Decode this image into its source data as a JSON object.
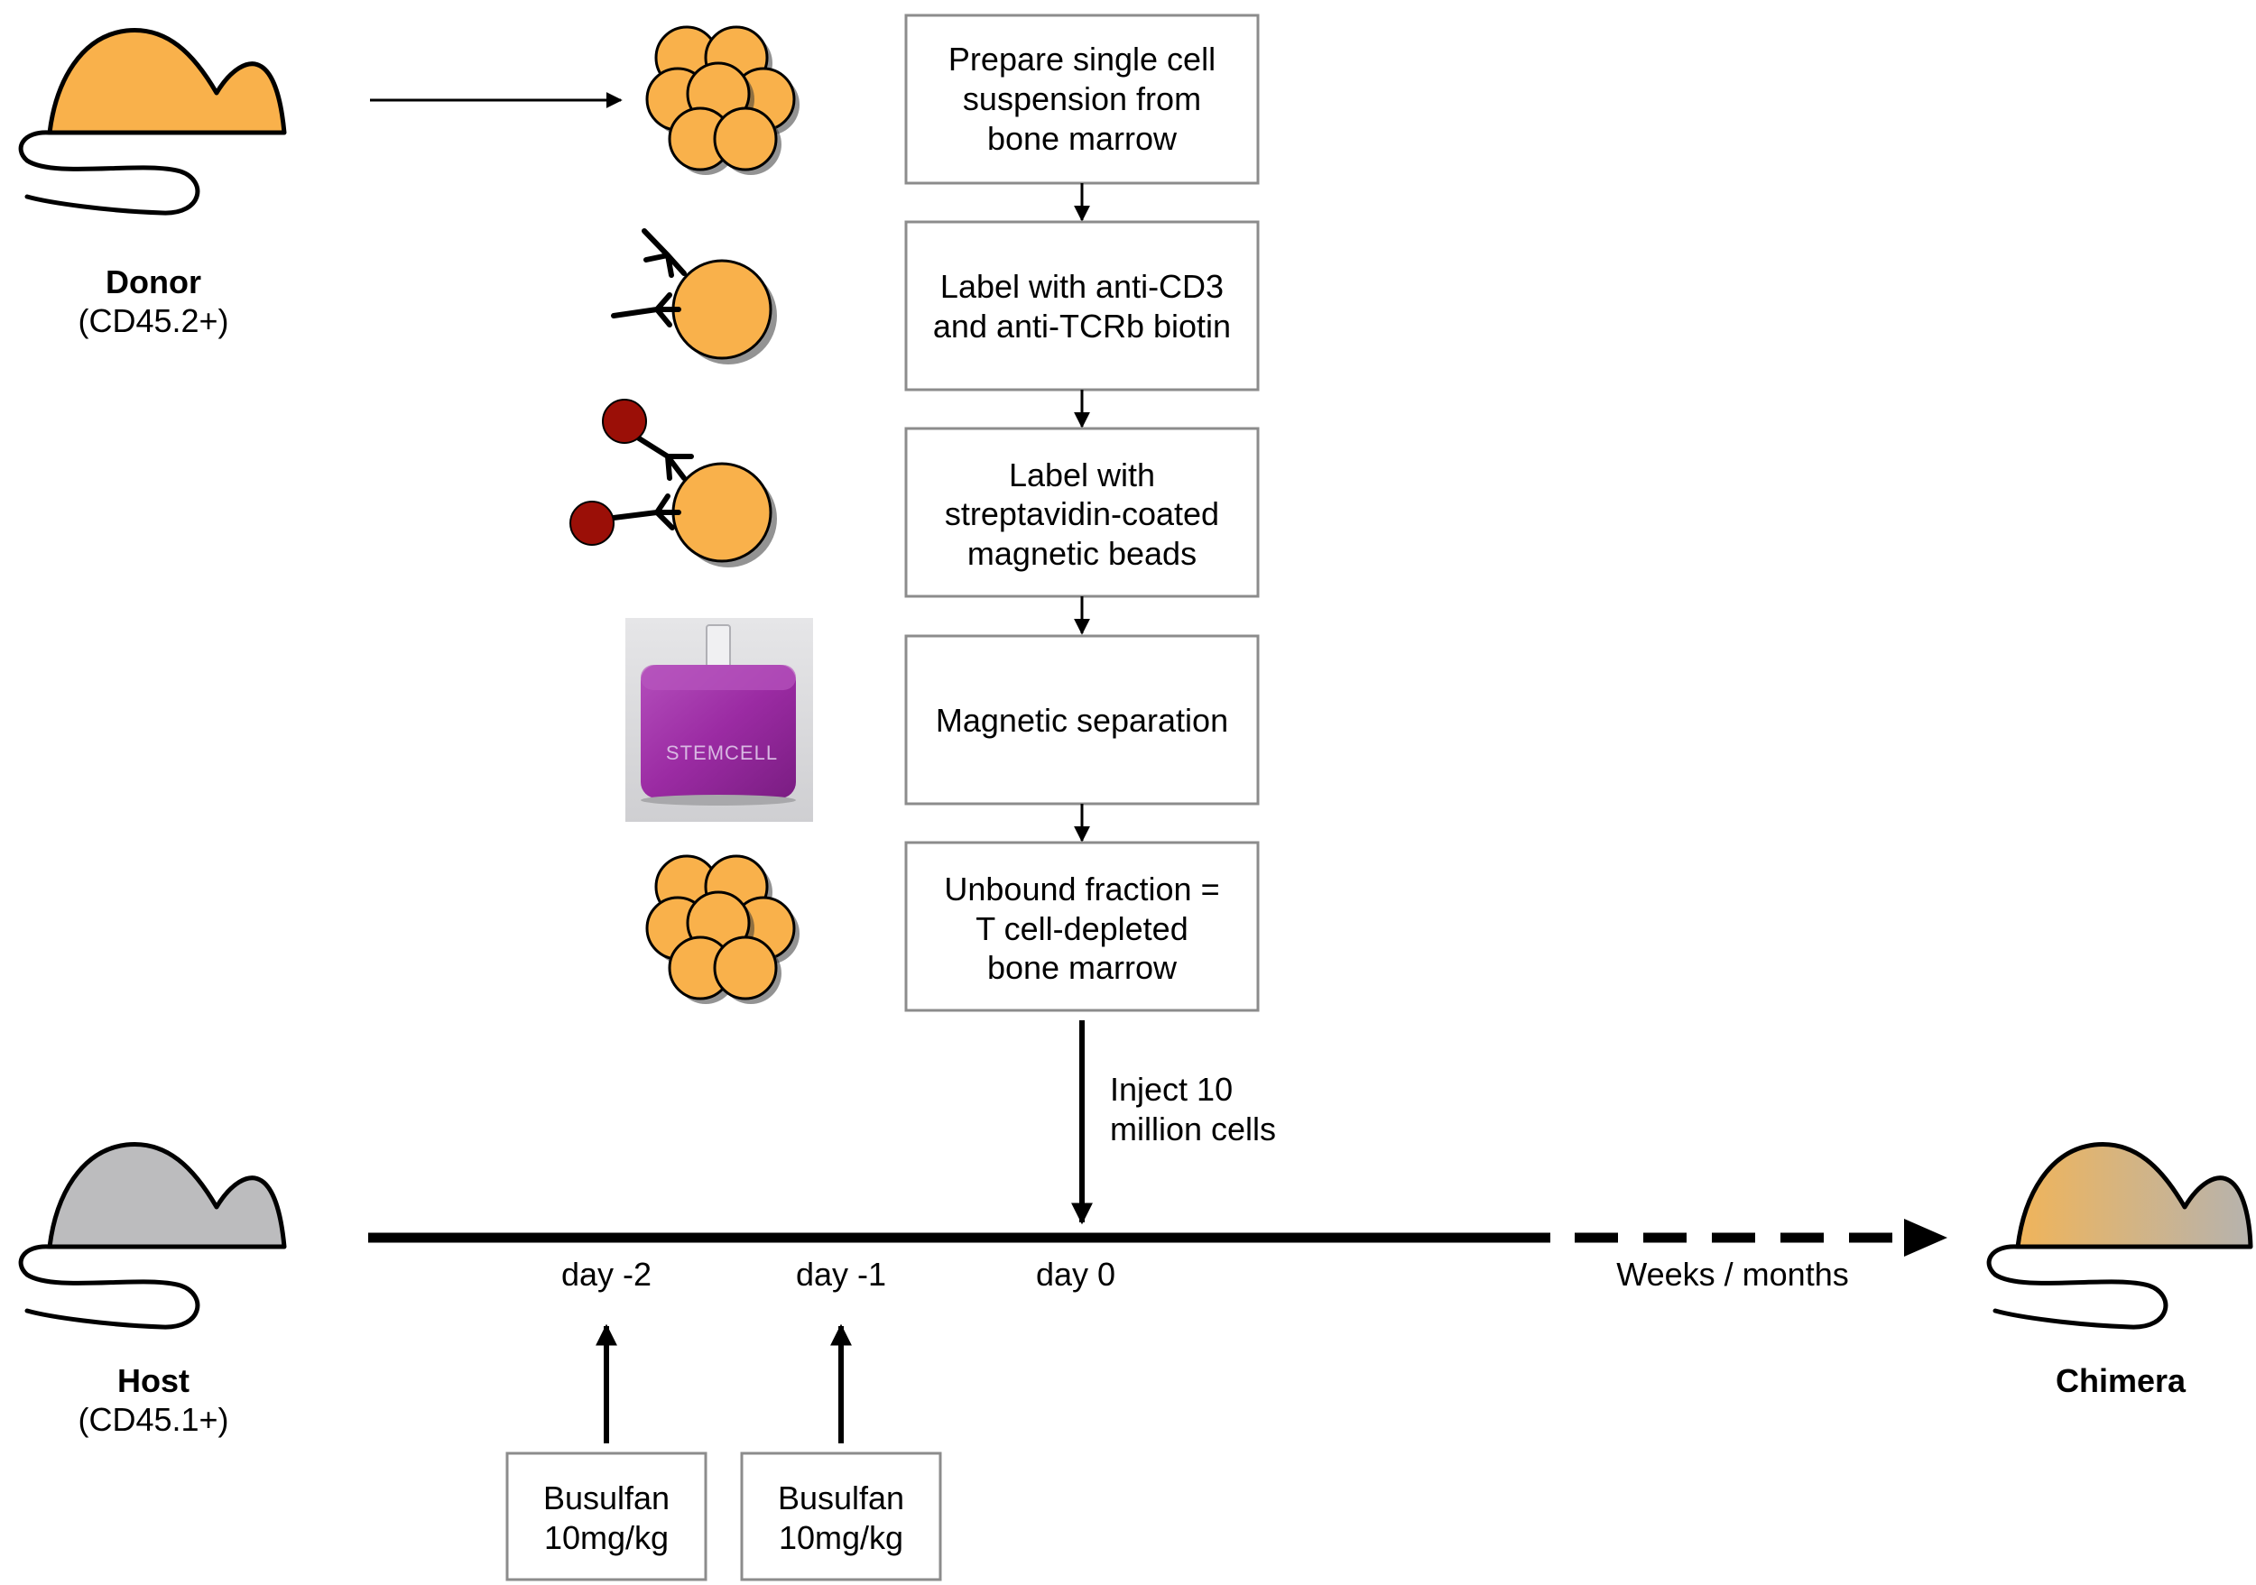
{
  "colors": {
    "donor_fill": "#f9b14b",
    "host_fill": "#bcbcbe",
    "chimera_gradient_start": "#f0b45a",
    "chimera_gradient_end": "#b6b3ae",
    "cell_fill": "#f9b14b",
    "bead_fill": "#9b0f07",
    "magnet_fill": "#9b2ba3",
    "box_stroke": "#8c8c8c"
  },
  "donor": {
    "title": "Donor",
    "subtitle": "(CD45.2+)"
  },
  "host": {
    "title": "Host",
    "subtitle": "(CD45.1+)"
  },
  "chimera": {
    "title": "Chimera"
  },
  "steps": [
    {
      "lines": [
        "Prepare single cell",
        "suspension from",
        "bone marrow"
      ]
    },
    {
      "lines": [
        "Label with anti-CD3",
        "and anti-TCRb biotin"
      ]
    },
    {
      "lines": [
        "Label with",
        "streptavidin-coated",
        "magnetic beads"
      ]
    },
    {
      "lines": [
        "Magnetic separation"
      ]
    },
    {
      "lines": [
        "Unbound fraction =",
        "T cell-depleted",
        "bone marrow"
      ]
    }
  ],
  "magnet": {
    "brand": "STEMCELL"
  },
  "injection": {
    "lines": [
      "Inject 10",
      "million cells"
    ]
  },
  "timeline": {
    "day_minus2": "day -2",
    "day_minus1": "day -1",
    "day0": "day 0",
    "later": "Weeks / months"
  },
  "busulfan": [
    {
      "lines": [
        "Busulfan",
        "10mg/kg"
      ]
    },
    {
      "lines": [
        "Busulfan",
        "10mg/kg"
      ]
    }
  ]
}
